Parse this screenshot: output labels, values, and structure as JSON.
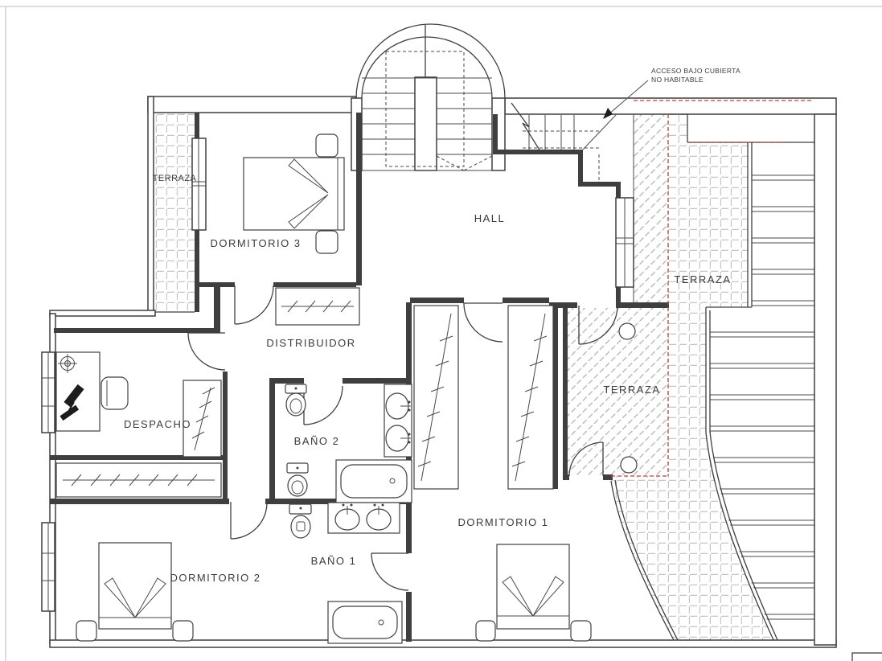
{
  "plan": {
    "labels": {
      "terraza_nw": "TERRAZA",
      "dormitorio3": "DORMITORIO 3",
      "hall": "HALL",
      "distribuidor": "DISTRIBUIDOR",
      "despacho": "DESPACHO",
      "bano2": "BAÑO 2",
      "terraza_mid": "TERRAZA",
      "terraza_e": "TERRAZA",
      "dormitorio1": "DORMITORIO 1",
      "dormitorio2": "DORMITORIO 2",
      "bano1": "BAÑO 1"
    },
    "annotation": {
      "line1": "ACCESO BAJO CUBIERTA",
      "line2": "NO HABITABLE"
    },
    "colors": {
      "wall": "#3f3f3f",
      "roof_edge_red": "#b04540",
      "tile_grid": "#c6c6c6",
      "hatch": "#b3b3b3"
    }
  }
}
